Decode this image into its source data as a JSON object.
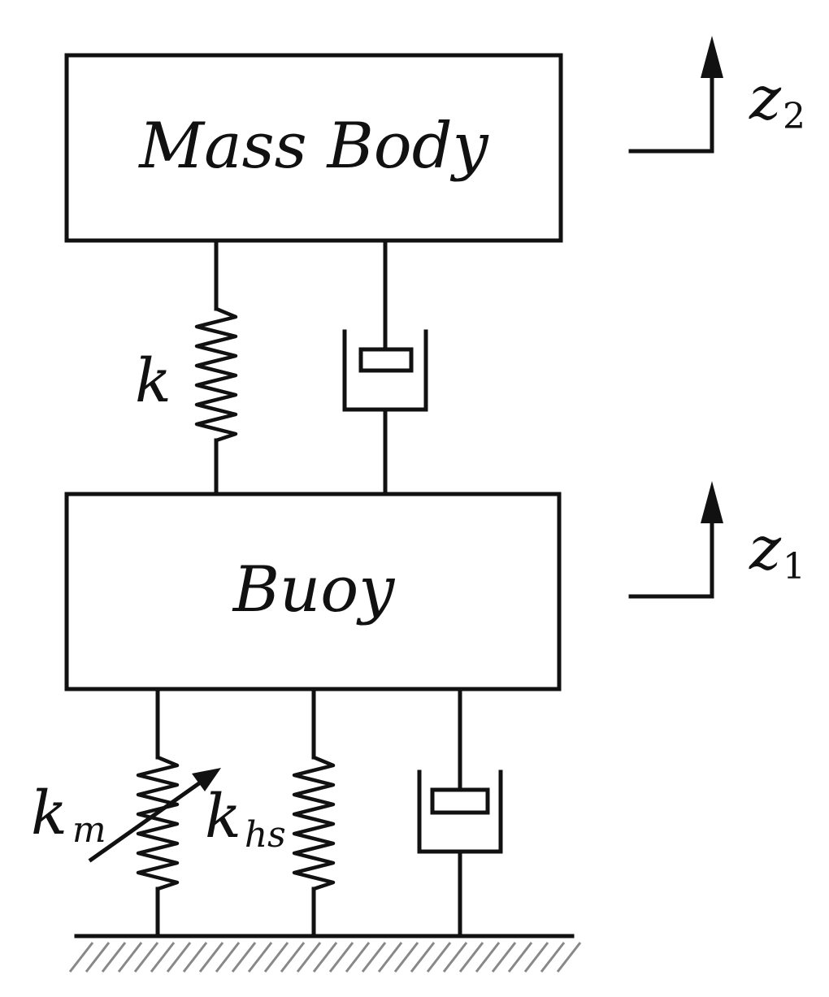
{
  "blocks": {
    "mass_body": "Mass Body",
    "buoy": "Buoy"
  },
  "labels": {
    "k": "k",
    "km_base": "k",
    "km_sub": "m",
    "khs_base": "k",
    "khs_sub": "hs",
    "z2_base": "z",
    "z2_sub": "2",
    "z1_base": "z",
    "z1_sub": "1"
  }
}
